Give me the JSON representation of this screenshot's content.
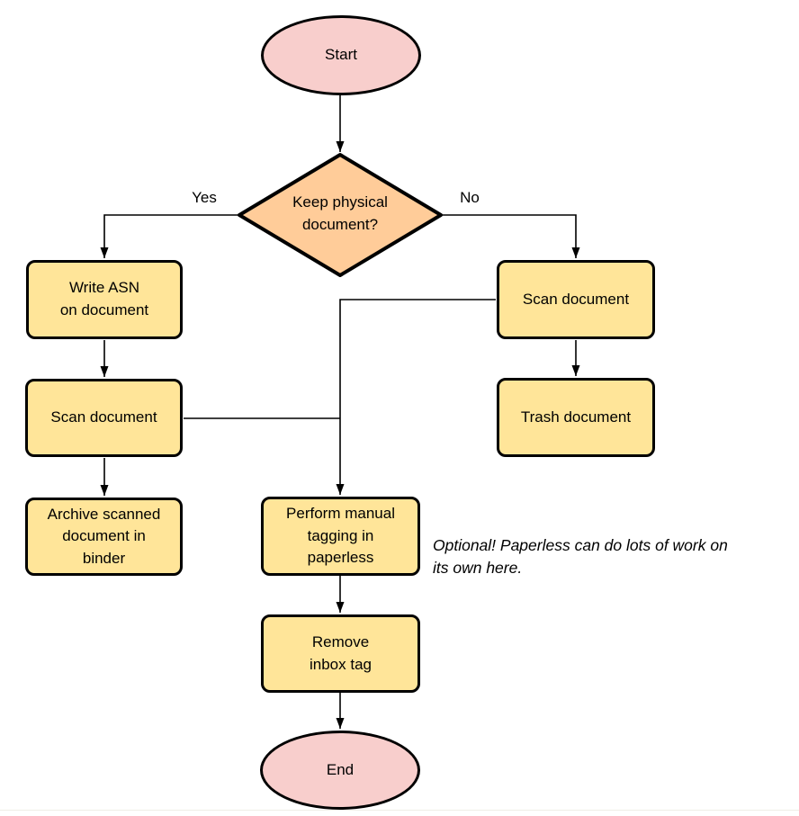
{
  "diagram": {
    "type": "flowchart",
    "nodes": {
      "start": {
        "label": "Start",
        "shape": "ellipse",
        "fill": "#F8CECC"
      },
      "keep_physical": {
        "label": "Keep physical\ndocument?",
        "shape": "diamond",
        "fill": "#FFCC99"
      },
      "write_asn": {
        "label": "Write ASN\non document",
        "shape": "process",
        "fill": "#FFE599"
      },
      "scan_left": {
        "label": "Scan document",
        "shape": "process",
        "fill": "#FFE599"
      },
      "archive": {
        "label": "Archive scanned\ndocument in\nbinder",
        "shape": "process",
        "fill": "#FFE599"
      },
      "scan_right": {
        "label": "Scan document",
        "shape": "process",
        "fill": "#FFE599"
      },
      "trash": {
        "label": "Trash document",
        "shape": "process",
        "fill": "#FFE599"
      },
      "tagging": {
        "label": "Perform manual\ntagging in\npaperless",
        "shape": "process",
        "fill": "#FFE599"
      },
      "remove_inbox": {
        "label": "Remove\ninbox tag",
        "shape": "process",
        "fill": "#FFE599"
      },
      "end": {
        "label": "End",
        "shape": "ellipse",
        "fill": "#F8CECC"
      }
    },
    "edges": [
      {
        "from": "start",
        "to": "keep_physical",
        "label": ""
      },
      {
        "from": "keep_physical",
        "to": "write_asn",
        "label": "Yes"
      },
      {
        "from": "write_asn",
        "to": "scan_left",
        "label": ""
      },
      {
        "from": "scan_left",
        "to": "archive",
        "label": ""
      },
      {
        "from": "keep_physical",
        "to": "scan_right",
        "label": "No"
      },
      {
        "from": "scan_right",
        "to": "trash",
        "label": ""
      },
      {
        "from": "scan_right",
        "to": "tagging",
        "label": ""
      },
      {
        "from": "scan_left",
        "to": "tagging",
        "label": ""
      },
      {
        "from": "tagging",
        "to": "remove_inbox",
        "label": ""
      },
      {
        "from": "remove_inbox",
        "to": "end",
        "label": ""
      }
    ],
    "annotation": "Optional! Paperless can do lots of work on\nits own here.",
    "colors": {
      "terminal_fill": "#F8CECC",
      "decision_fill": "#FFCC99",
      "process_fill": "#FFE599",
      "stroke": "#000000",
      "background": "#FFFFFF"
    }
  }
}
